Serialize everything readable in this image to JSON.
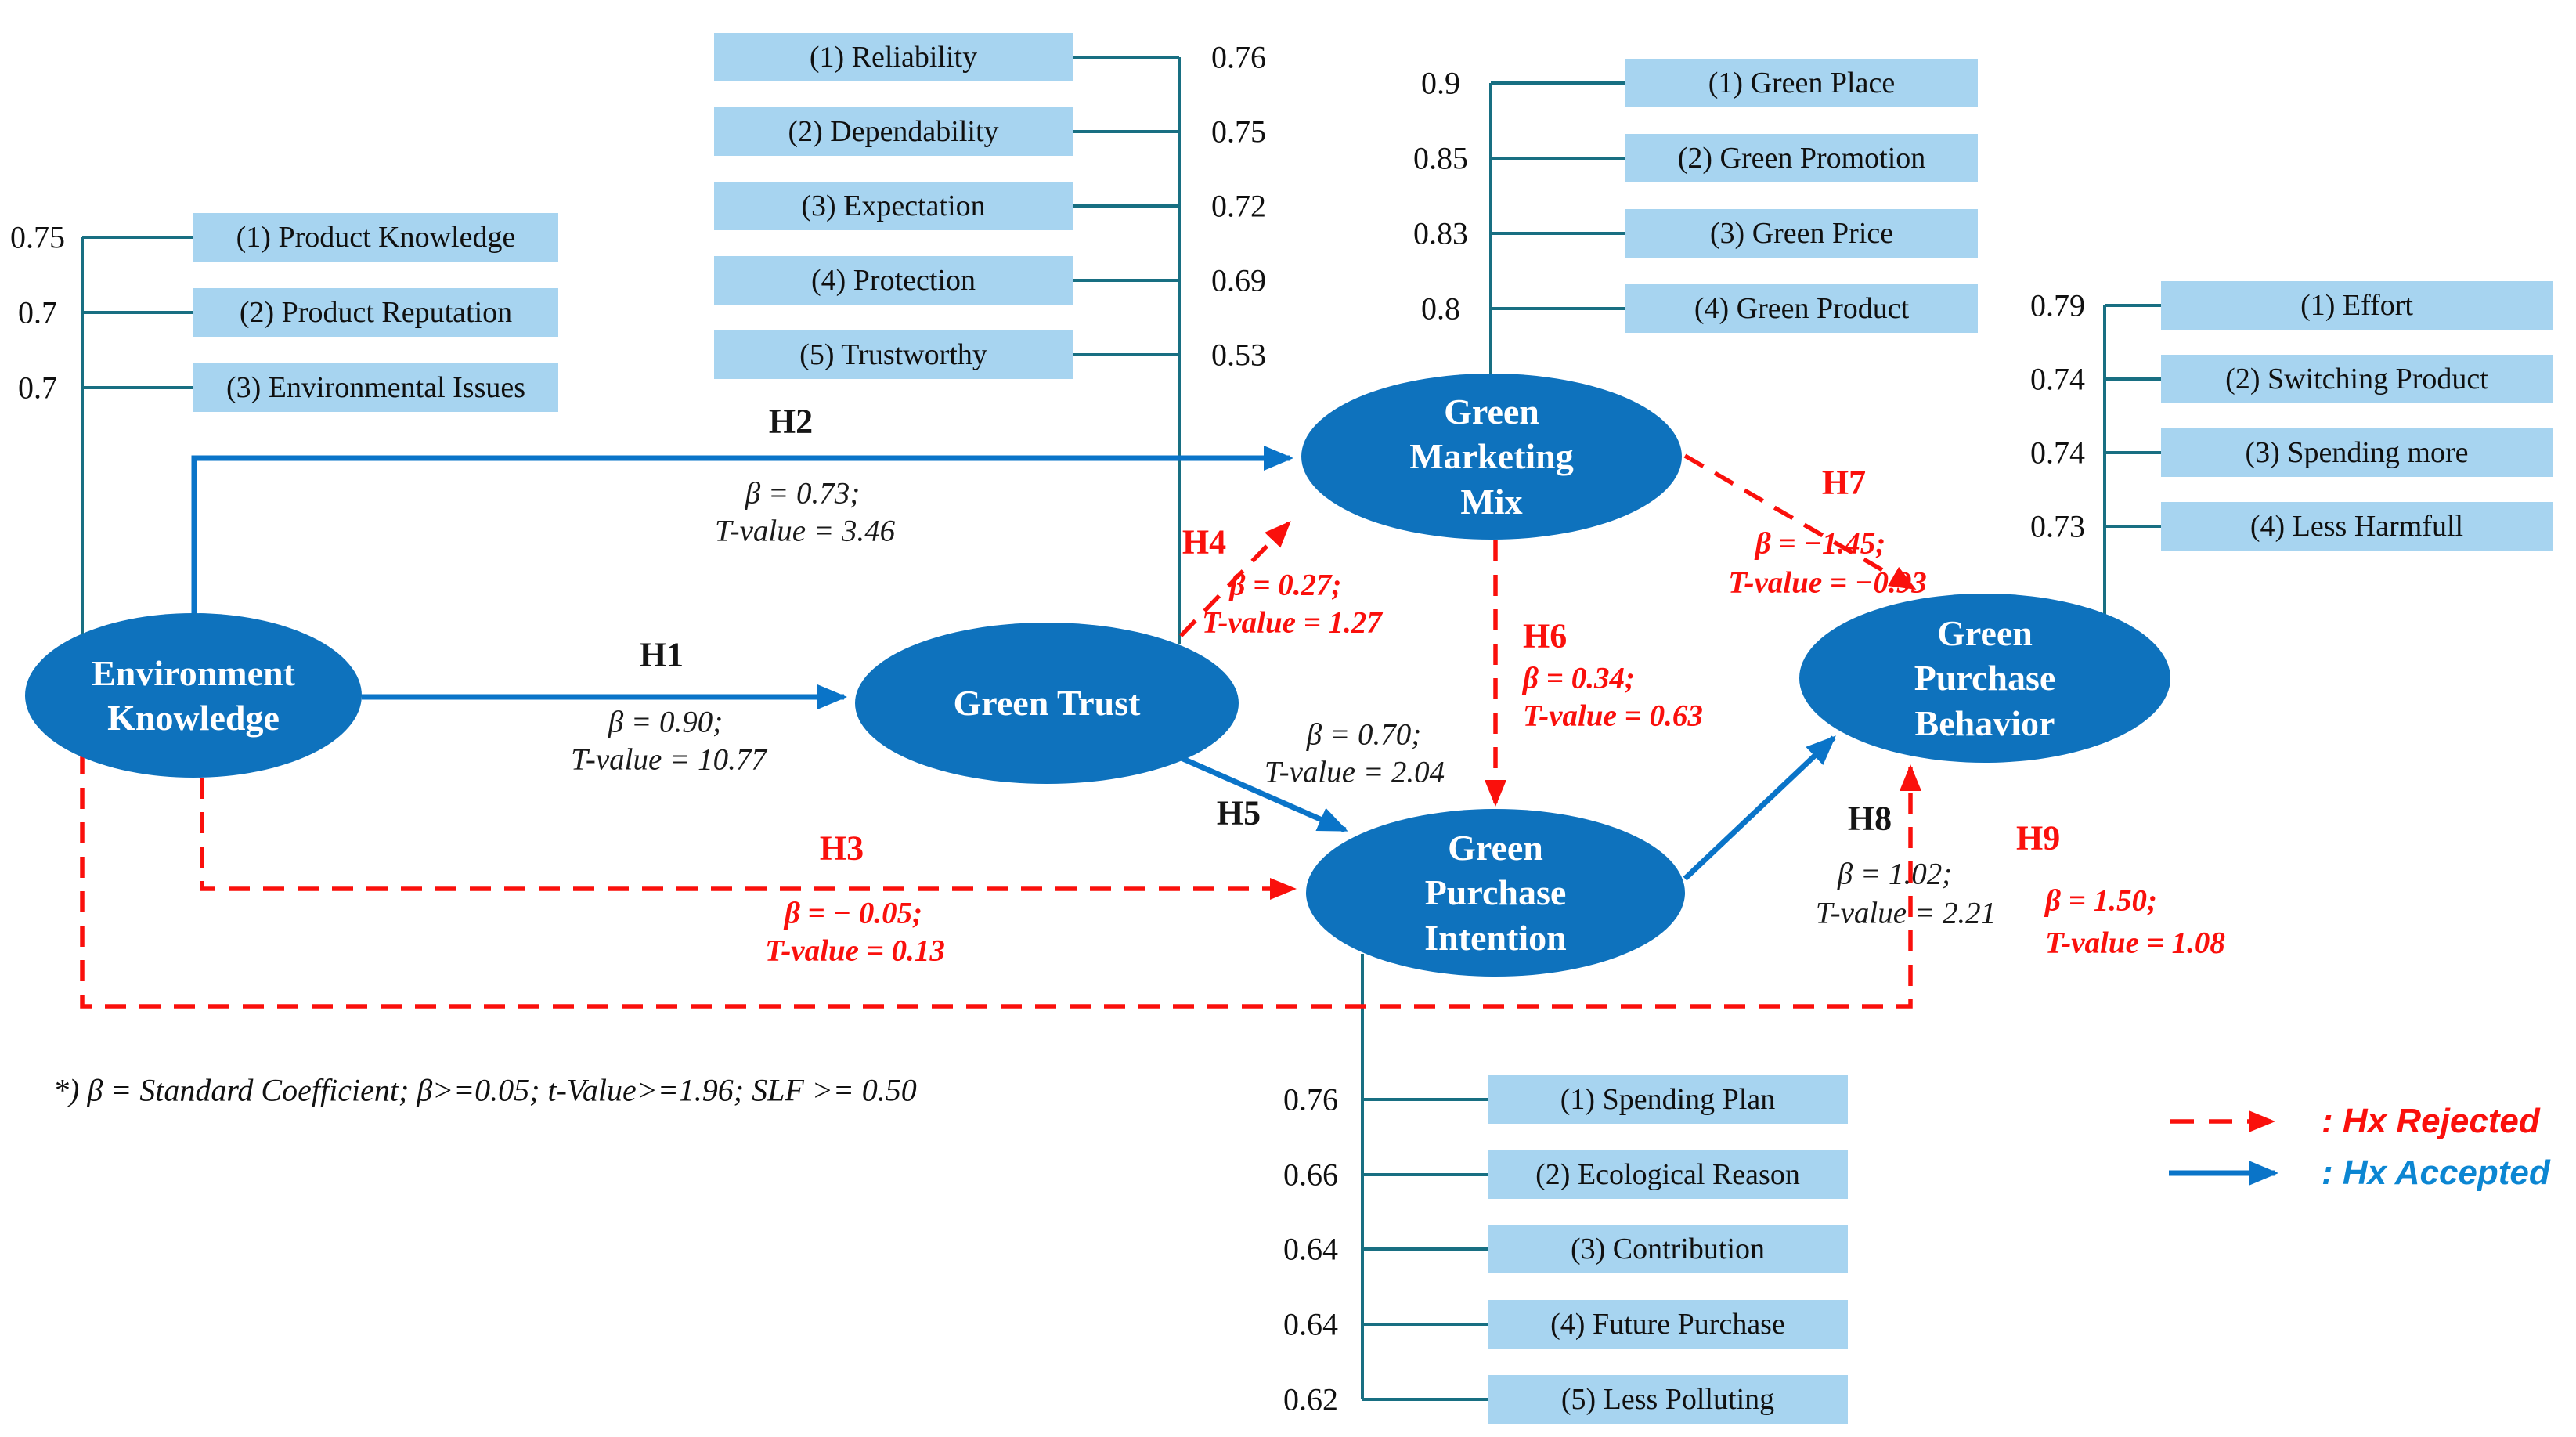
{
  "constructs": {
    "environment_knowledge": {
      "label": "Environment\nKnowledge"
    },
    "green_trust": {
      "label": "Green Trust"
    },
    "green_marketing_mix": {
      "label": "Green\nMarketing\nMix"
    },
    "green_purchase_intention": {
      "label": "Green\nPurchase\nIntention"
    },
    "green_purchase_behavior": {
      "label": "Green\nPurchase\nBehavior"
    }
  },
  "indicators": {
    "environment_knowledge": [
      {
        "loading": "0.75",
        "label": "(1) Product Knowledge"
      },
      {
        "loading": "0.7",
        "label": "(2) Product Reputation"
      },
      {
        "loading": "0.7",
        "label": "(3) Environmental Issues"
      }
    ],
    "green_trust": [
      {
        "loading": "0.76",
        "label": "(1) Reliability"
      },
      {
        "loading": "0.75",
        "label": "(2) Dependability"
      },
      {
        "loading": "0.72",
        "label": "(3) Expectation"
      },
      {
        "loading": "0.69",
        "label": "(4) Protection"
      },
      {
        "loading": "0.53",
        "label": "(5) Trustworthy"
      }
    ],
    "green_marketing_mix": [
      {
        "loading": "0.9",
        "label": "(1) Green Place"
      },
      {
        "loading": "0.85",
        "label": "(2) Green Promotion"
      },
      {
        "loading": "0.83",
        "label": "(3) Green Price"
      },
      {
        "loading": "0.8",
        "label": "(4) Green Product"
      }
    ],
    "green_purchase_behavior": [
      {
        "loading": "0.79",
        "label": "(1) Effort"
      },
      {
        "loading": "0.74",
        "label": "(2) Switching Product"
      },
      {
        "loading": "0.74",
        "label": "(3) Spending more"
      },
      {
        "loading": "0.73",
        "label": "(4) Less Harmfull"
      }
    ],
    "green_purchase_intention": [
      {
        "loading": "0.76",
        "label": "(1) Spending Plan"
      },
      {
        "loading": "0.66",
        "label": "(2) Ecological Reason"
      },
      {
        "loading": "0.64",
        "label": "(3) Contribution"
      },
      {
        "loading": "0.64",
        "label": "(4) Future Purchase"
      },
      {
        "loading": "0.62",
        "label": "(5) Less Polluting"
      }
    ]
  },
  "hypotheses": {
    "h1": {
      "label": "H1",
      "beta": "β = 0.90;",
      "tvalue": "T-value = 10.77",
      "status": "accepted"
    },
    "h2": {
      "label": "H2",
      "beta": "β = 0.73;",
      "tvalue": "T-value = 3.46",
      "status": "accepted"
    },
    "h3": {
      "label": "H3",
      "beta": "β = − 0.05;",
      "tvalue": "T-value = 0.13",
      "status": "rejected"
    },
    "h4": {
      "label": "H4",
      "beta": "β = 0.27;",
      "tvalue": "T-value = 1.27",
      "status": "rejected"
    },
    "h5": {
      "label": "H5",
      "beta": "β = 0.70;",
      "tvalue": "T-value = 2.04",
      "status": "accepted"
    },
    "h6": {
      "label": "H6",
      "beta": "β = 0.34;",
      "tvalue": "T-value = 0.63",
      "status": "rejected"
    },
    "h7": {
      "label": "H7",
      "beta": "β = −1.45;",
      "tvalue": "T-value = −0.93",
      "status": "rejected"
    },
    "h8": {
      "label": "H8",
      "beta": "β = 1.02;",
      "tvalue": "T-value = 2.21",
      "status": "accepted"
    },
    "h9": {
      "label": "H9",
      "beta": "β = 1.50;",
      "tvalue": "T-value = 1.08",
      "status": "rejected"
    }
  },
  "legend": {
    "rejected": ": Hx Rejected",
    "accepted": ": Hx Accepted"
  },
  "footnote": "*) β = Standard Coefficient; β>=0.05; t-Value>=1.96; SLF >= 0.50",
  "colors": {
    "construct_fill": "#0E72BD",
    "indicator_fill": "#A7D4F0",
    "connector_teal": "#186F82",
    "accepted_blue": "#0A74C8",
    "rejected_red": "#FA100C",
    "accepted_text_blue": "#0C86D2"
  }
}
